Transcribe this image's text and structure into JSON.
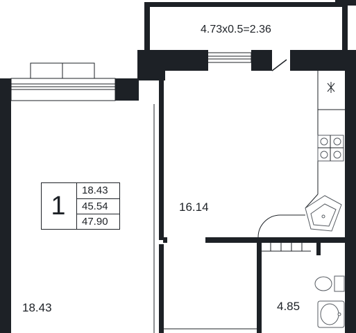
{
  "plan": {
    "apartment_number": "1",
    "summary_areas": [
      "18.43",
      "45.54",
      "47.90"
    ],
    "rooms": {
      "balcony_label": "4.73x0.5=2.36",
      "kitchen_area": "16.14",
      "bedroom_area": "18.43",
      "bathroom_area": "4.85"
    },
    "colors": {
      "wall": "#1d2126",
      "fixture": "#555a60",
      "background": "#ffffff"
    },
    "fixtures": [
      "stove-icon",
      "cooktop-icon",
      "corner-sink-icon",
      "toilet-icon",
      "washbasin-icon",
      "window",
      "door"
    ]
  }
}
